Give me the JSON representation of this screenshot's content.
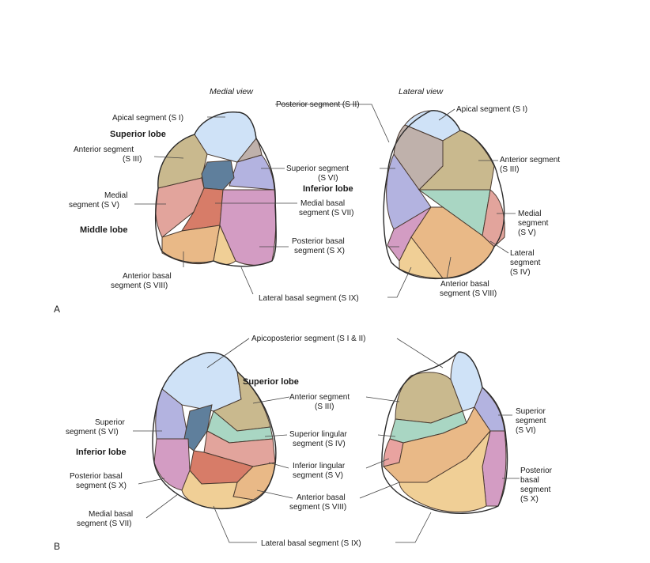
{
  "views": {
    "medial": "Medial view",
    "lateral": "Lateral view"
  },
  "panels": {
    "a": "A",
    "b": "B"
  },
  "colors": {
    "apical": "#cfe2f7",
    "posterior": "#bfb1ab",
    "anterior": "#c9b98e",
    "superior_vi": "#b3b3e0",
    "medial_basal": "#5f7f9c",
    "medial_v": "#e2a49c",
    "middle_lobe_medial": "#d77c68",
    "anterior_basal": "#e9b987",
    "posterior_basal": "#d39cc3",
    "lateral_basal": "#f0cf96",
    "lateral_iv": "#a9d6c3",
    "lateral_iv_b": "#e9a3a0"
  },
  "panel_a": {
    "labels": {
      "apical_medial": "Apical segment (S I)",
      "superior_lobe": "Superior lobe",
      "anterior_medial_1": "Anterior segment",
      "anterior_medial_2": "(S III)",
      "medial_1": "Medial",
      "medial_2": "segment (S V)",
      "middle_lobe": "Middle lobe",
      "anterior_basal_1": "Anterior basal",
      "anterior_basal_2": "segment (S VIII)",
      "posterior_seg": "Posterior segment (S II)",
      "superior_seg_1": "Superior segment",
      "superior_seg_2": "(S VI)",
      "inferior_lobe": "Inferior lobe",
      "medial_basal_1": "Medial basal",
      "medial_basal_2": "segment (S VII)",
      "posterior_basal_1": "Posterior basal",
      "posterior_basal_2": "segment (S X)",
      "lateral_basal": "Lateral basal segment (S IX)",
      "apical_lateral": "Apical segment (S I)",
      "anterior_lateral_1": "Anterior segment",
      "anterior_lateral_2": "(S III)",
      "medial_lateral_1": "Medial",
      "medial_lateral_2": "segment",
      "medial_lateral_3": "(S V)",
      "lateral_seg_1": "Lateral",
      "lateral_seg_2": "segment",
      "lateral_seg_3": "(S IV)",
      "anterior_basal_lat_1": "Anterior basal",
      "anterior_basal_lat_2": "segment (S VIII)"
    }
  },
  "panel_b": {
    "labels": {
      "apicoposterior": "Apicoposterior segment (S I & II)",
      "superior_lobe": "Superior lobe",
      "anterior_seg_1": "Anterior segment",
      "anterior_seg_2": "(S III)",
      "superior_lingular_1": "Superior lingular",
      "superior_lingular_2": "segment (S IV)",
      "inferior_lingular_1": "Inferior lingular",
      "inferior_lingular_2": "segment (S V)",
      "anterior_basal_1": "Anterior basal",
      "anterior_basal_2": "segment (S VIII)",
      "lateral_basal": "Lateral basal segment (S IX)",
      "superior_1": "Superior",
      "superior_2": "segment (S VI)",
      "inferior_lobe": "Inferior lobe",
      "posterior_basal_1": "Posterior basal",
      "posterior_basal_2": "segment (S X)",
      "medial_basal_1": "Medial basal",
      "medial_basal_2": "segment (S VII)",
      "superior_right_1": "Superior",
      "superior_right_2": "segment",
      "superior_right_3": "(S VI)",
      "posterior_right_1": "Posterior",
      "posterior_right_2": "basal",
      "posterior_right_3": "segment",
      "posterior_right_4": "(S X)"
    }
  }
}
